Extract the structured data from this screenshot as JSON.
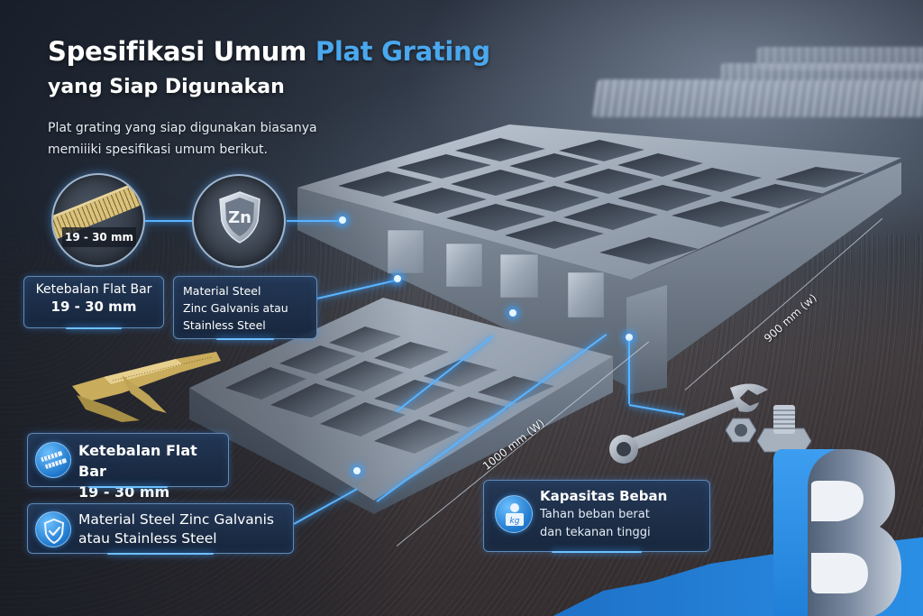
{
  "header": {
    "title_part1": "Spesifikasi Umum ",
    "title_accent": "Plat Grating",
    "title_line2": "yang Siap Digunakan",
    "description": "Plat grating yang siap digunakan biasanya memiiiki spesifikasi umum berikut."
  },
  "circle_badges": {
    "ruler": {
      "label": "19 - 30 mm",
      "icon": "ruler-icon"
    },
    "zinc": {
      "label": "Zn",
      "icon": "zinc-shield-icon"
    }
  },
  "top_callouts": {
    "flat_bar": {
      "line1": "Ketebalan Flat Bar",
      "line2": "19 - 30 mm"
    },
    "material": {
      "line1": "Material Steel",
      "line2": "Zinc Galvanis atau",
      "line3": "Stainless Steel"
    }
  },
  "bottom_callouts": {
    "flat_bar": {
      "line1": "Ketebalan Flat Bar",
      "line2": "19 - 30 mm",
      "icon": "flat-bar-icon"
    },
    "material": {
      "line1": "Material Steel Zinc Galvanis",
      "line2": "atau Stainless Steel",
      "icon": "shield-check-icon"
    }
  },
  "capacity_callout": {
    "title": "Kapasitas Beban",
    "line1": "Tahan beban berat",
    "line2": "dan tekanan tinggi",
    "icon": "weight-kg-icon",
    "icon_text": "kg"
  },
  "dimensions": {
    "width_900": "900 mm (w)",
    "width_1000": "1000 mm (W)"
  },
  "colors": {
    "accent_blue": "#4aa8ee",
    "glow_blue": "#3aa0ff",
    "panel_bg": "#1f3556",
    "logo_blue": "#2b8fe6"
  }
}
